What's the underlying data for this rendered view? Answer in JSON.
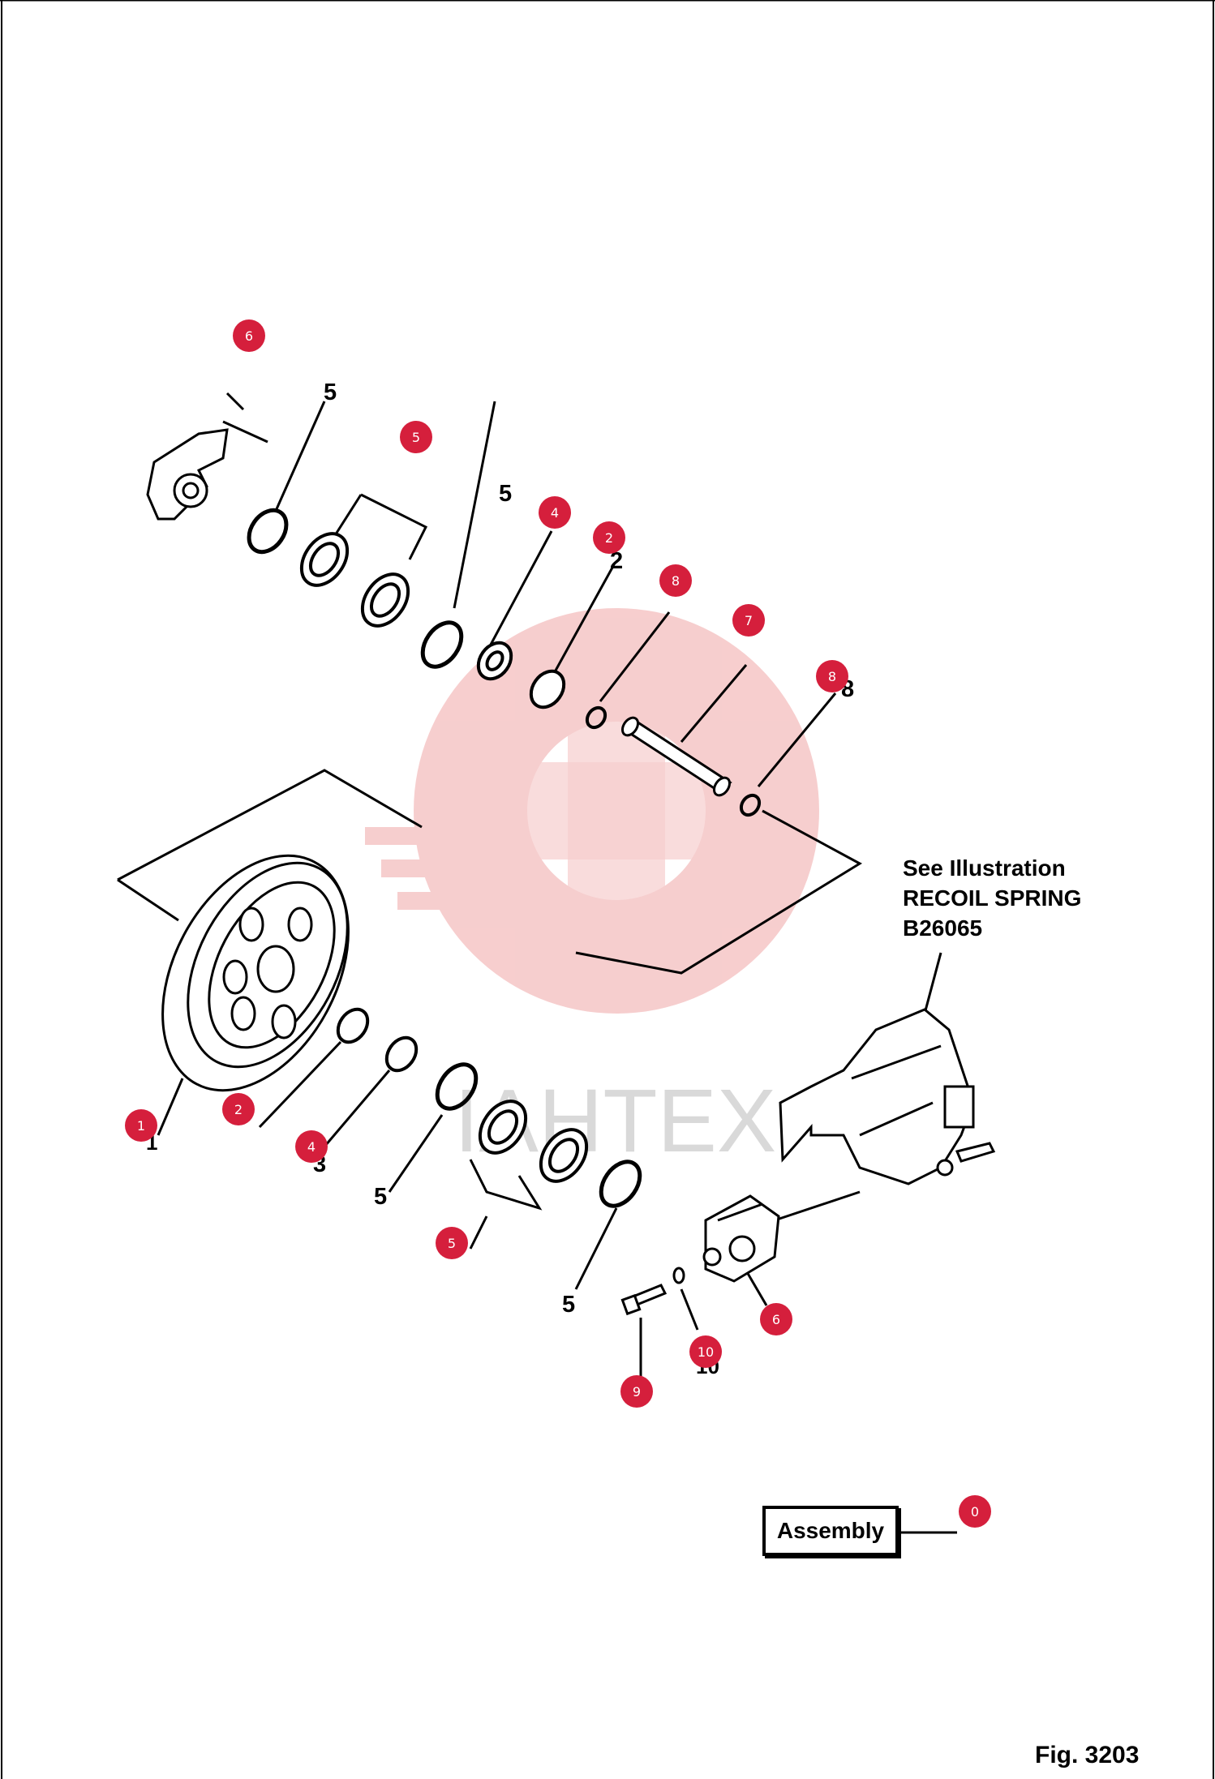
{
  "see_illustration": {
    "line1": "See Illustration",
    "line2": "RECOIL SPRING",
    "line3": "B26065"
  },
  "assembly_label": "Assembly",
  "figure_label": "Fig. 3203",
  "watermark_text": "IAHTEX",
  "hotspots": [
    "6",
    "5",
    "4",
    "2",
    "8",
    "7",
    "8",
    "1",
    "2",
    "4",
    "5",
    "6",
    "10",
    "9",
    "0"
  ],
  "printed_numbers": [
    "5",
    "5",
    "2",
    "8",
    "2",
    "5",
    "5",
    "8",
    "1",
    "3",
    "5",
    "5",
    "10",
    "6",
    "9",
    "0"
  ],
  "colors": {
    "hotspot": "#d51f3c",
    "watermark": "#f6c9c9",
    "line": "#000000"
  }
}
